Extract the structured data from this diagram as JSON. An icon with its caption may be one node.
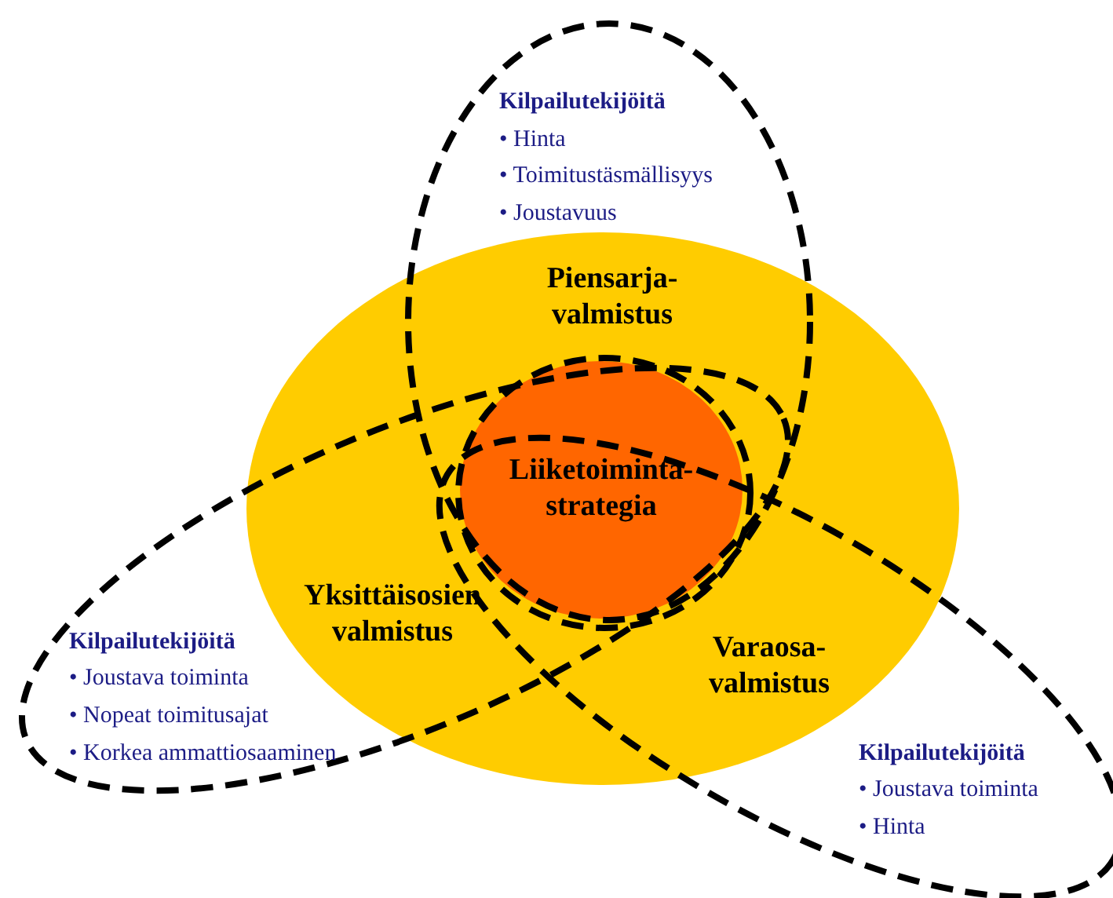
{
  "diagram": {
    "nodes": [
      {
        "text": [],
        "shape": "ellipse"
      },
      {
        "text": [
          "Liiketoiminta-strategia"
        ]
      },
      {
        "text": [
          "Kilpailutekijöitä",
          "• Hinta",
          "• Toimitustäsmällisyys",
          "• Joustavuus"
        ]
      },
      {
        "text": [
          "Kilpailutekijöitä",
          "• Joustava toiminta",
          "• Nopeat toimitusajat",
          "• Korkea ammattiosaaminen"
        ]
      },
      {
        "text": [
          "Kilpailutekijöitä",
          "• Joustava toiminta",
          "• Hinta"
        ]
      }
    ],
    "labels": [
      "Piensarja-valmistus",
      "Yksittäisosien valmistus",
      "Varaosa-valmistus"
    ]
  }
}
